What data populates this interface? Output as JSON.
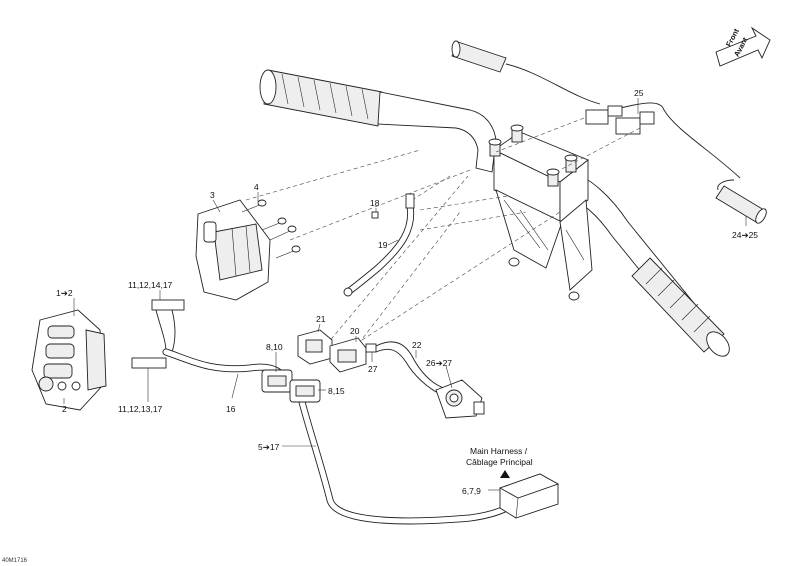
{
  "callouts": {
    "c1_2": "1➔2",
    "c2": "2",
    "c3": "3",
    "c4": "4",
    "c11_12_14_17": "11,12,14,17",
    "c11_12_13_17": "11,12,13,17",
    "c16": "16",
    "c8_10": "8,10",
    "c8_15": "8,15",
    "c5_17": "5➔17",
    "c18": "18",
    "c19": "19",
    "c21": "21",
    "c20": "20",
    "c27": "27",
    "c22": "22",
    "c26_27": "26➔27",
    "c25": "25",
    "c24_25": "24➔25",
    "c6_7_9": "6,7,9"
  },
  "main_harness_label": {
    "line1": "Main Harness /",
    "line2": "Câblage Principal"
  },
  "front_arrow": {
    "line1": "Front",
    "line2": "Avant"
  },
  "figure_code": "40M1716"
}
